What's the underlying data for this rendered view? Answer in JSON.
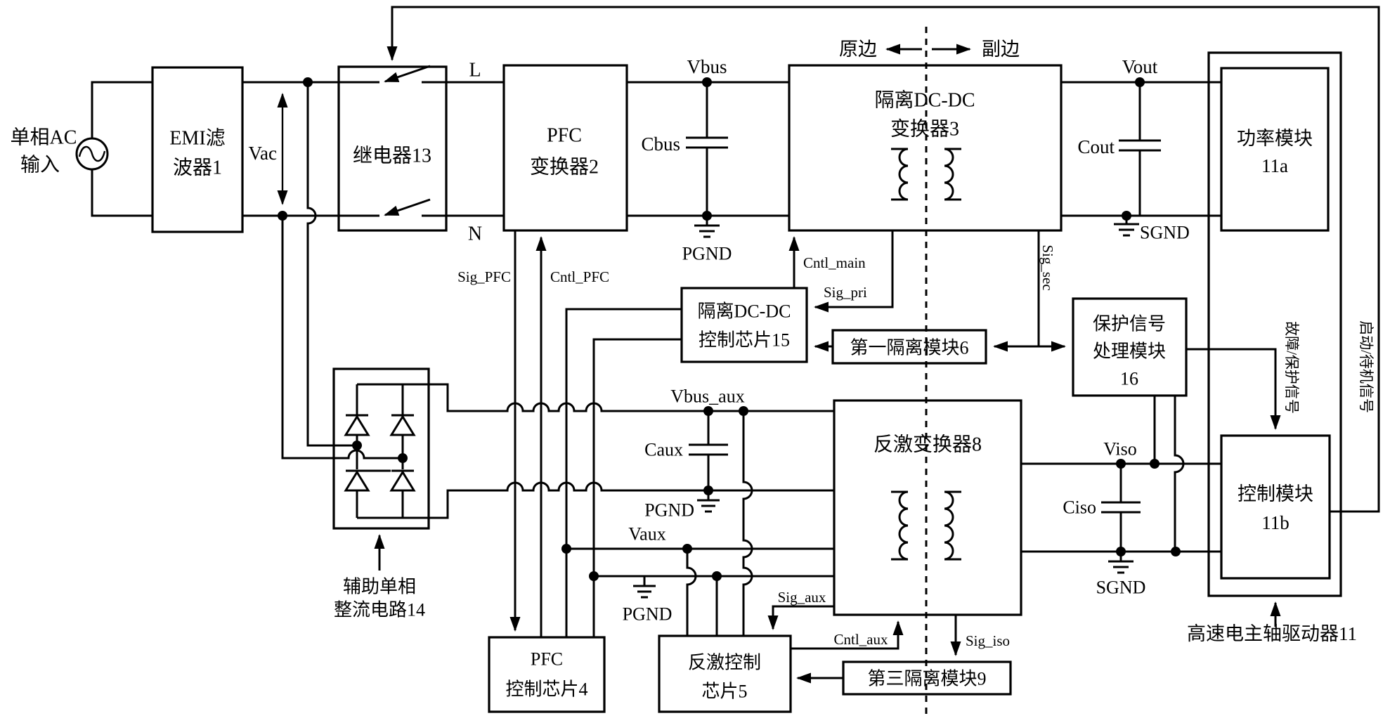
{
  "figure": {
    "type": "power-electronics block diagram",
    "language": "zh-CN",
    "line_color": "#000000",
    "background": "#ffffff"
  },
  "t": {
    "ac1": "单相AC",
    "ac2": "输入",
    "emi1": "EMI滤",
    "emi2": "波器1",
    "vac": "Vac",
    "relay": "继电器13",
    "L": "L",
    "N": "N",
    "pfc1": "PFC",
    "pfc2": "变换器2",
    "vbus": "Vbus",
    "cbus": "Cbus",
    "pgnd1": "PGND",
    "yuanbian": "原边",
    "fubian": "副边",
    "dcdc1": "隔离DC-DC",
    "dcdc2": "变换器3",
    "vout": "Vout",
    "cout": "Cout",
    "sgnd1": "SGND",
    "power1": "功率模块",
    "power2": "11a",
    "sig_pfc": "Sig_PFC",
    "cntl_pfc": "Cntl_PFC",
    "cntl_main": "Cntl_main",
    "sig_pri": "Sig_pri",
    "sig_sec": "Sig_sec",
    "chip15_1": "隔离DC-DC",
    "chip15_2": "控制芯片15",
    "mod6": "第一隔离模块6",
    "mod16_1": "保护信号",
    "mod16_2": "处理模块",
    "mod16_3": "16",
    "fault": "故障/保护信号",
    "start": "启动/待机信号",
    "ctrl1": "控制模块",
    "ctrl2": "11b",
    "drive11": "高速电主轴驱动器11",
    "vbus_aux": "Vbus_aux",
    "caux": "Caux",
    "pgnd2": "PGND",
    "vaux": "Vaux",
    "pgnd3": "PGND",
    "flyback8": "反激变换器8",
    "viso": "Viso",
    "ciso": "Ciso",
    "sgnd2": "SGND",
    "rect1": "辅助单相",
    "rect2": "整流电路14",
    "chip4_1": "PFC",
    "chip4_2": "控制芯片4",
    "chip5_1": "反激控制",
    "chip5_2": "芯片5",
    "sig_aux": "Sig_aux",
    "cntl_aux": "Cntl_aux",
    "sig_iso": "Sig_iso",
    "mod9": "第三隔离模块9"
  }
}
